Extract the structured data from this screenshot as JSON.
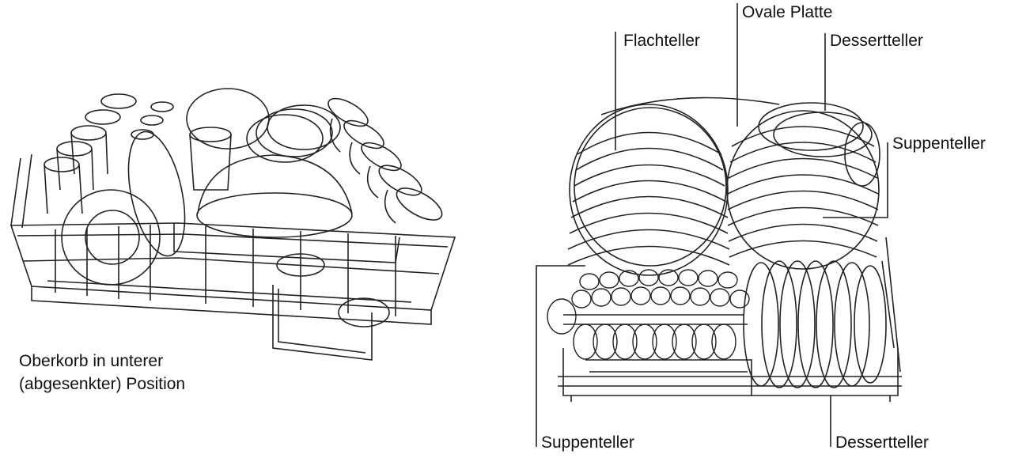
{
  "left_figure": {
    "caption_line1": "Oberkorb in unterer",
    "caption_line2": "(abgesenkter) Position"
  },
  "right_figure": {
    "labels": {
      "ovale_platte": "Ovale Platte",
      "flachteller": "Flachteller",
      "dessertteller_top": "Dessertteller",
      "suppenteller_right": "Suppenteller",
      "suppenteller_bottom": "Suppenteller",
      "dessertteller_bottom": "Dessertteller"
    }
  }
}
